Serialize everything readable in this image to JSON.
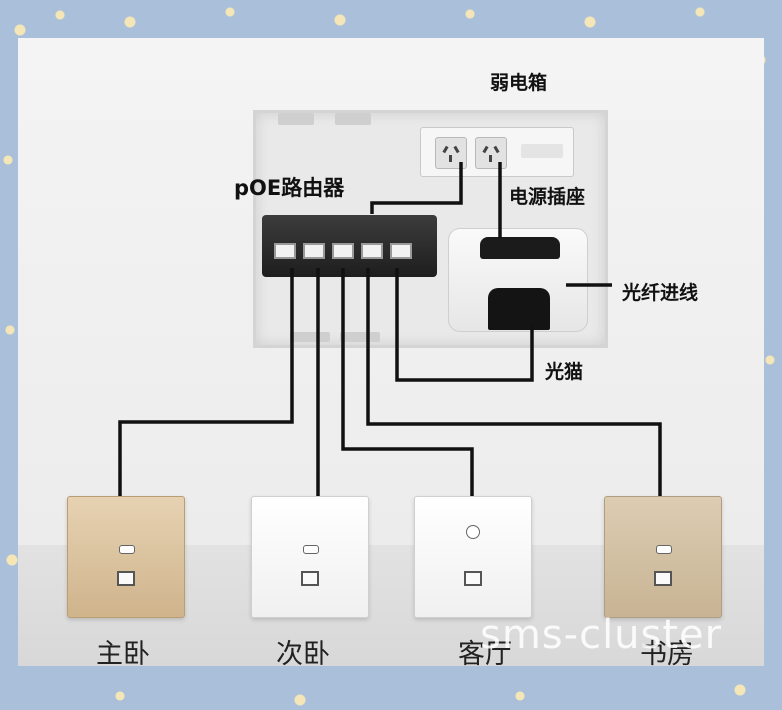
{
  "labels": {
    "enclosure": "弱电箱",
    "router": "pOE路由器",
    "power_strip": "电源插座",
    "fiber_in": "光纤进线",
    "modem": "光猫"
  },
  "rooms": [
    {
      "name": "主卧",
      "finish": "gold"
    },
    {
      "name": "次卧",
      "finish": "white"
    },
    {
      "name": "客厅",
      "finish": "white"
    },
    {
      "name": "书房",
      "finish": "gold2"
    }
  ],
  "watermark": "sms-cluster",
  "colors": {
    "cable": "#111111",
    "border": "#aabfd9",
    "gold_panel": "#d8c09c"
  }
}
